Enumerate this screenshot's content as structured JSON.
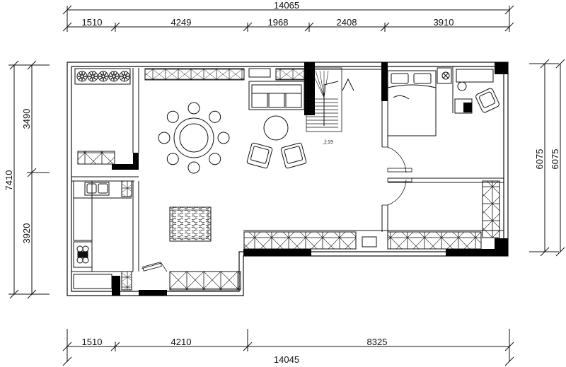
{
  "dimensions": {
    "top_total": "14065",
    "top_segments": [
      "1510",
      "4249",
      "1968",
      "2408",
      "3910"
    ],
    "bottom_total": "14045",
    "bottom_segments": [
      "1510",
      "4210",
      "8325"
    ],
    "left_total": "7410",
    "left_segments": [
      "3490",
      "3920"
    ],
    "right_a": "6075",
    "right_b": "6075"
  },
  "stair_label": "上19",
  "colors": {
    "line": "#111111",
    "wall": "#000000",
    "background": "#ffffff"
  },
  "icons": [
    "plant-icon",
    "sofa-icon",
    "dining-table-icon",
    "armchair-icon",
    "round-table-icon",
    "rug-icon",
    "bed-icon",
    "desk-chair-icon",
    "sink-icon",
    "stove-icon",
    "stair-icon",
    "door-swing-icon"
  ]
}
